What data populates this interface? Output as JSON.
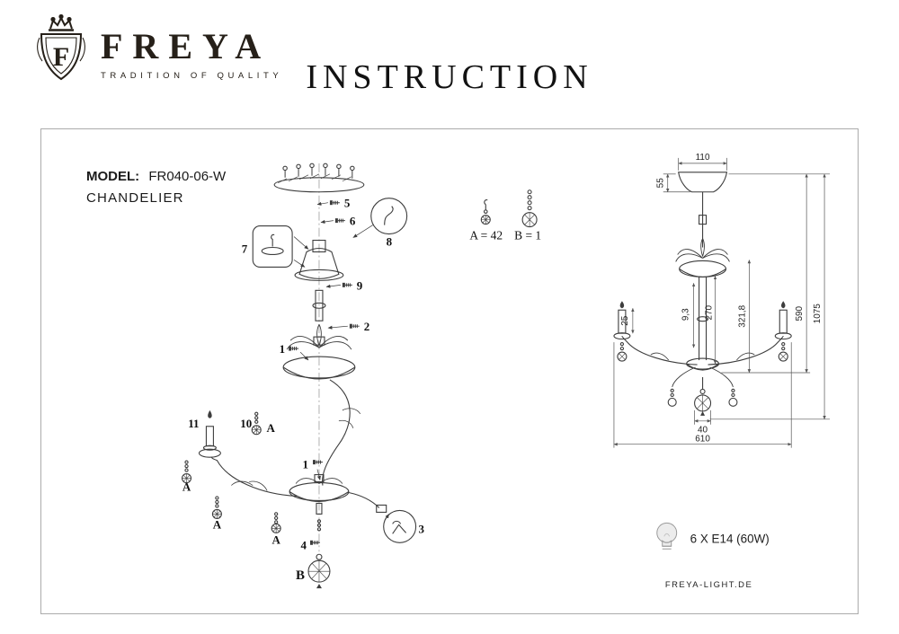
{
  "header": {
    "brand": "FREYA",
    "tagline": "TRADITION OF QUALITY",
    "logo_letter": "F",
    "title": "INSTRUCTION"
  },
  "left_panel": {
    "model_label": "MODEL:",
    "model_value": "FR040-06-W",
    "product_type": "CHANDELIER",
    "legend": {
      "a_count": "A = 42",
      "b_count": "B = 1"
    },
    "callouts": {
      "n1": "1",
      "n2": "2",
      "n3": "3",
      "n4": "4",
      "n5": "5",
      "n6": "6",
      "n7": "7",
      "n8": "8",
      "n9": "9",
      "n10": "10",
      "n11": "11",
      "a": "A",
      "b": "B"
    }
  },
  "right_panel": {
    "dimensions": {
      "canopy_width": "110",
      "canopy_height": "55",
      "candle_height": "25",
      "column_offset": "9,3",
      "column_height": "270",
      "arm_drop": "321,8",
      "body_height": "590",
      "overall_height": "1075",
      "finial_width": "40",
      "total_width": "610"
    },
    "bulb_spec": "6 X E14 (60W)",
    "website": "FREYA-LIGHT.DE"
  }
}
